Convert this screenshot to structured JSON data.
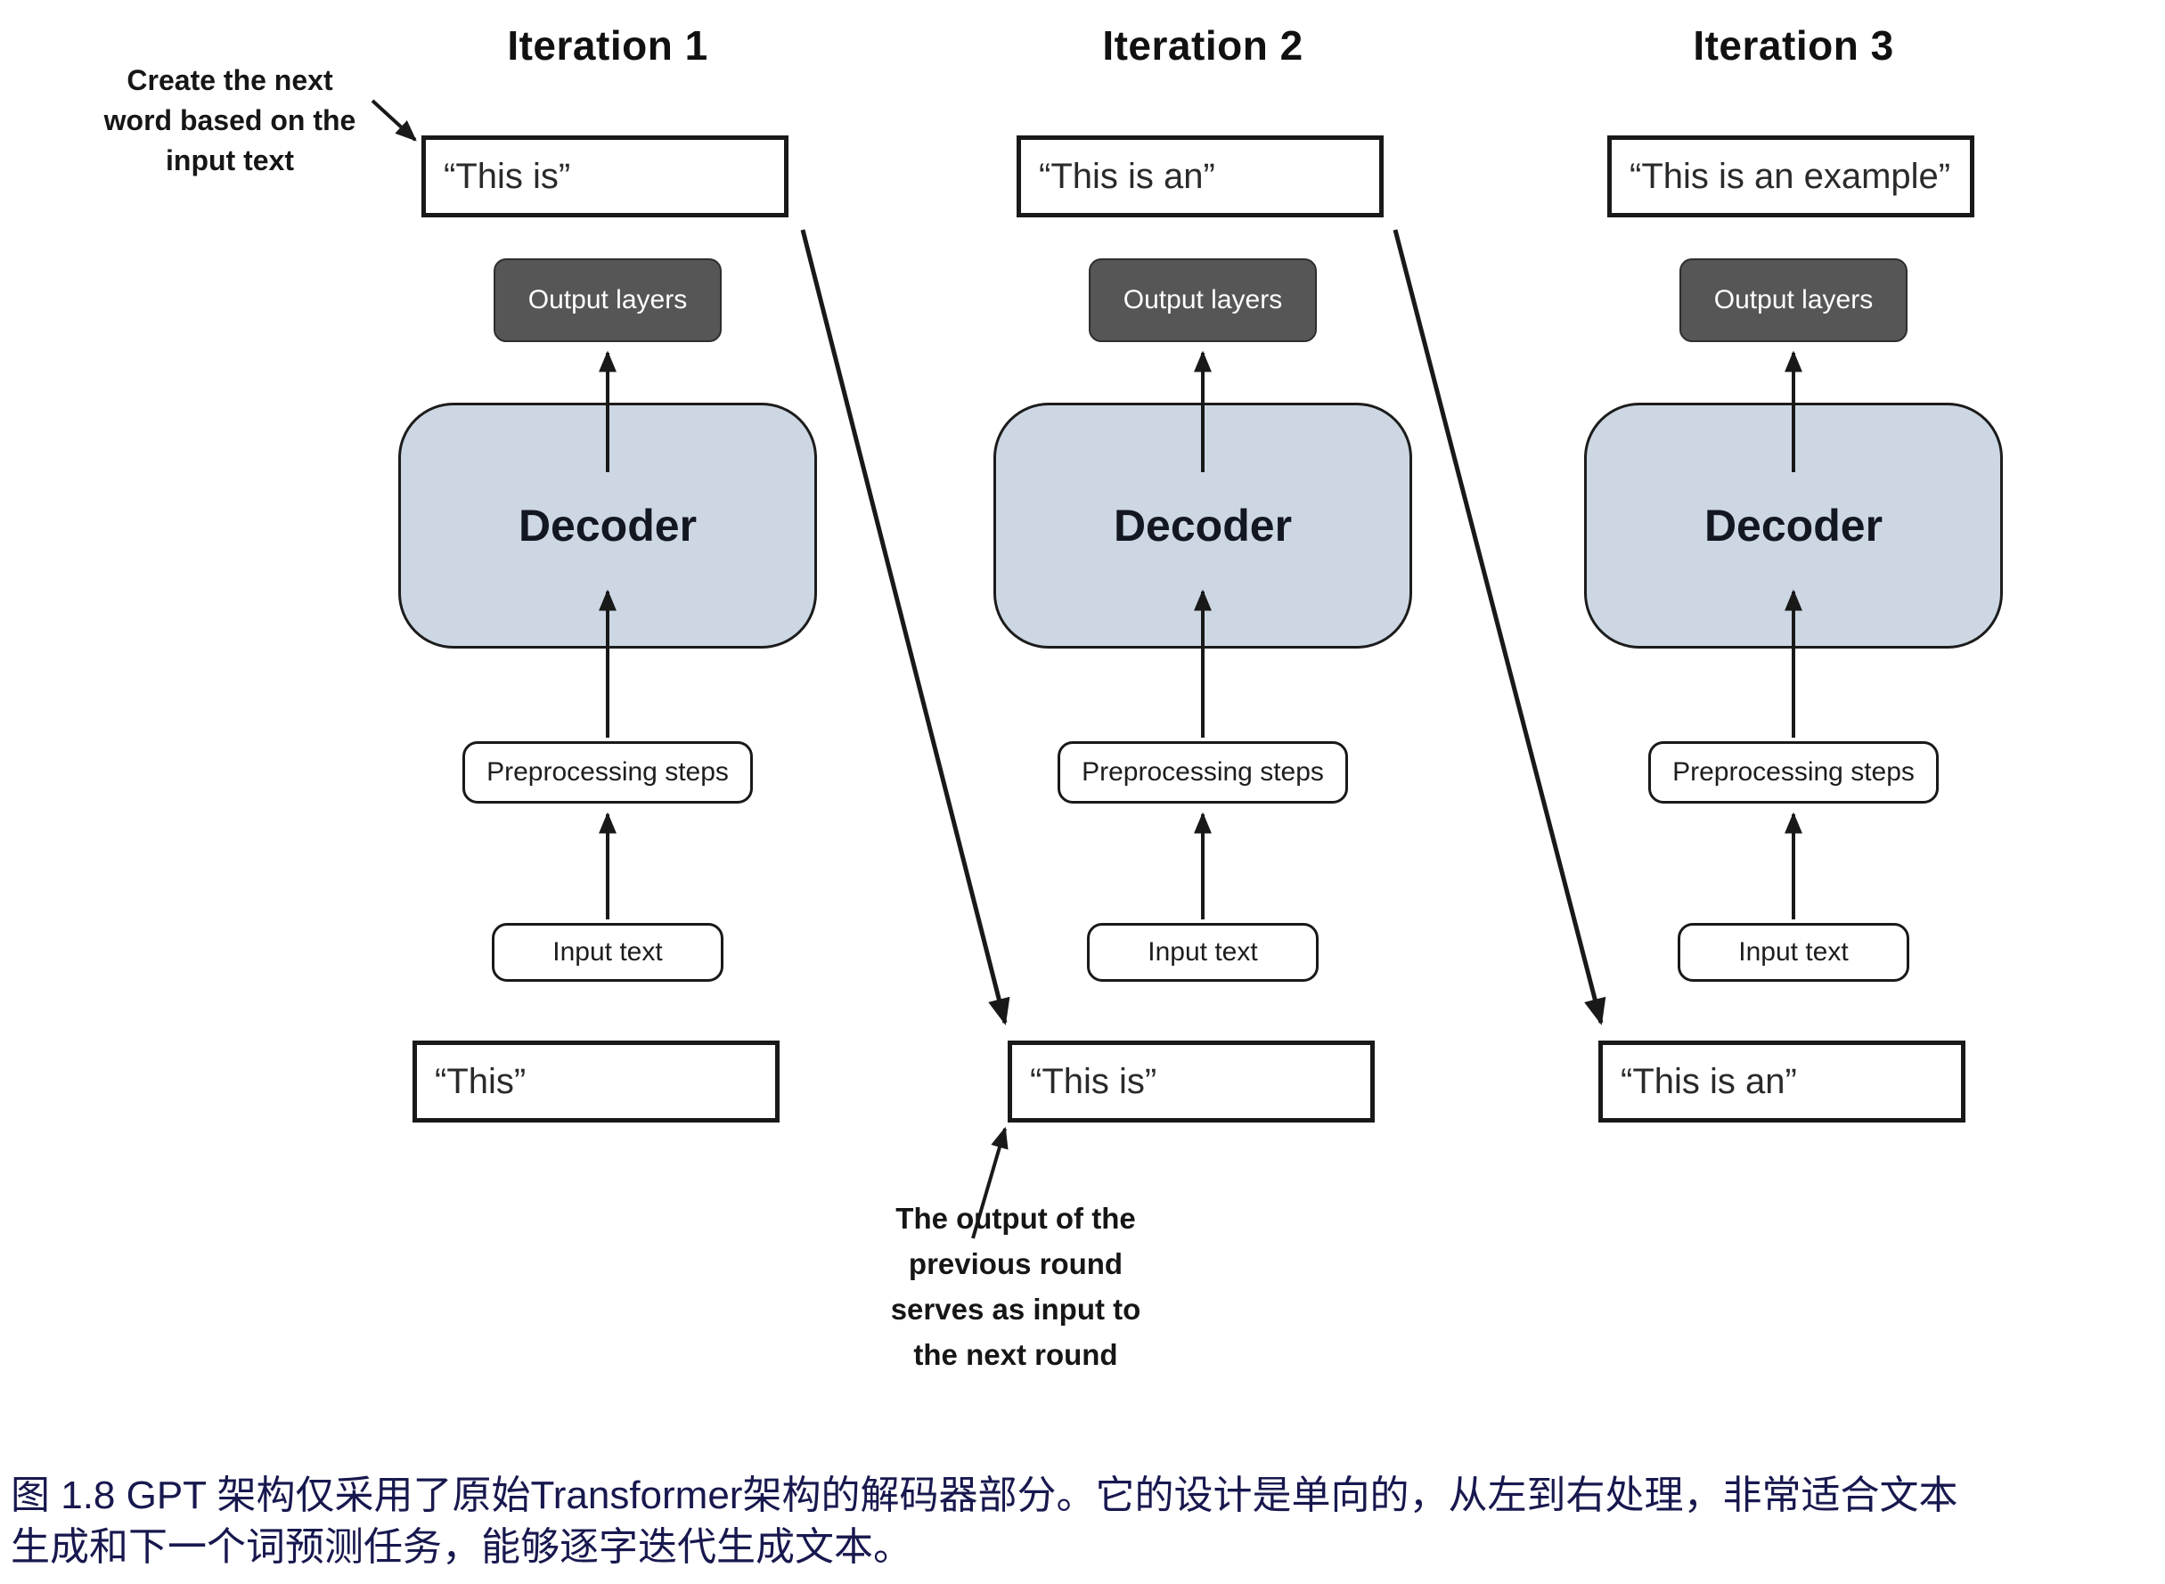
{
  "figure": {
    "iterations": [
      {
        "title": "Iteration 1",
        "output_text": "“This is”",
        "output_layers": "Output layers",
        "decoder": "Decoder",
        "preprocessing": "Preprocessing steps",
        "input_box": "Input text",
        "input_text": "“This”"
      },
      {
        "title": "Iteration 2",
        "output_text": "“This is an”",
        "output_layers": "Output layers",
        "decoder": "Decoder",
        "preprocessing": "Preprocessing steps",
        "input_box": "Input text",
        "input_text": "“This is”"
      },
      {
        "title": "Iteration 3",
        "output_text": "“This is an example”",
        "output_layers": "Output layers",
        "decoder": "Decoder",
        "preprocessing": "Preprocessing steps",
        "input_box": "Input text",
        "input_text": "“This is an”"
      }
    ],
    "annotations": {
      "create_next_word": [
        "Create the next",
        "word based on the",
        "input text"
      ],
      "output_feeds_next": [
        "The output of the",
        "previous round",
        "serves as input to",
        "the next round"
      ]
    },
    "caption_lines": [
      "图 1.8  GPT 架构仅采用了原始Transformer架构的解码器部分。它的设计是单向的，从左到右处理，非常适合文本",
      "生成和下一个词预测任务，能够逐字迭代生成文本。"
    ],
    "colors": {
      "decoder_fill": "#ccd7e3",
      "output_layers_fill": "#565656",
      "box_border": "#191919",
      "caption_text": "#18184f"
    }
  }
}
